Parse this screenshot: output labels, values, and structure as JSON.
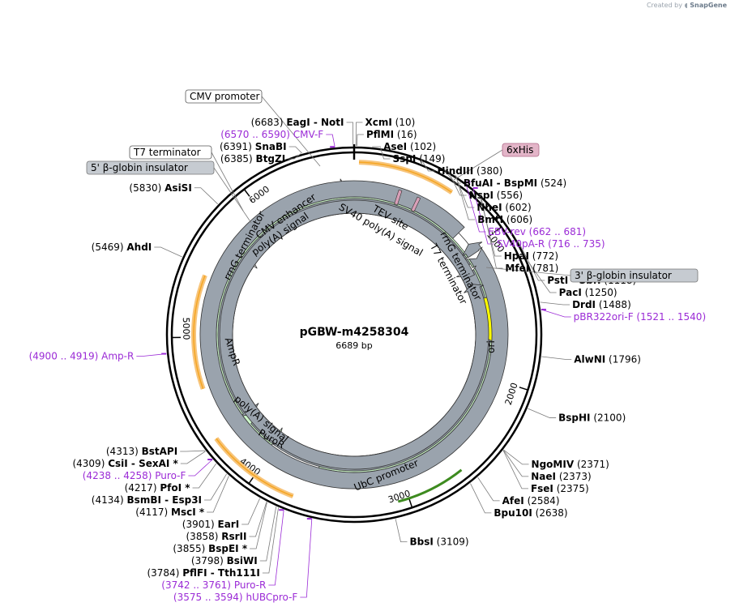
{
  "credit": {
    "prefix": "Created by",
    "brand": "SnapGene"
  },
  "plasmid": {
    "name": "pGBW-m4258304",
    "size_label": "6689 bp",
    "length": 6689
  },
  "ticks": [
    {
      "pos": 1000,
      "label": "1000"
    },
    {
      "pos": 2000,
      "label": "2000"
    },
    {
      "pos": 3000,
      "label": "3000"
    },
    {
      "pos": 4000,
      "label": "4000"
    },
    {
      "pos": 5000,
      "label": "5000"
    },
    {
      "pos": 6000,
      "label": "6000"
    }
  ],
  "sites": [
    {
      "name": "XcmI",
      "pos_label": "(10)",
      "pos": 10,
      "side": "right"
    },
    {
      "name": "PflMI",
      "pos_label": "(16)",
      "pos": 16,
      "side": "right"
    },
    {
      "name": "AseI",
      "pos_label": "(102)",
      "pos": 102,
      "side": "right"
    },
    {
      "name": "SspI",
      "pos_label": "(149)",
      "pos": 149,
      "side": "right"
    },
    {
      "name": "HindIII",
      "pos_label": "(380)",
      "pos": 380,
      "side": "right"
    },
    {
      "name": "BfuAI - BspMI",
      "pos_label": "(524)",
      "pos": 524,
      "side": "right"
    },
    {
      "name": "NspI",
      "pos_label": "(556)",
      "pos": 556,
      "side": "right"
    },
    {
      "name": "NheI",
      "pos_label": "(602)",
      "pos": 602,
      "side": "right"
    },
    {
      "name": "BmtI",
      "pos_label": "(606)",
      "pos": 606,
      "side": "right"
    },
    {
      "name": "HpaI",
      "pos_label": "(772)",
      "pos": 772,
      "side": "right"
    },
    {
      "name": "MfeI",
      "pos_label": "(781)",
      "pos": 781,
      "side": "right"
    },
    {
      "name": "PstI - SbfI",
      "pos_label": "(1118)",
      "pos": 1118,
      "side": "right"
    },
    {
      "name": "PacI",
      "pos_label": "(1250)",
      "pos": 1250,
      "side": "right"
    },
    {
      "name": "DrdI",
      "pos_label": "(1488)",
      "pos": 1488,
      "side": "right"
    },
    {
      "name": "AlwNI",
      "pos_label": "(1796)",
      "pos": 1796,
      "side": "right"
    },
    {
      "name": "BspHI",
      "pos_label": "(2100)",
      "pos": 2100,
      "side": "right"
    },
    {
      "name": "NgoMIV",
      "pos_label": "(2371)",
      "pos": 2371,
      "side": "right"
    },
    {
      "name": "NaeI",
      "pos_label": "(2373)",
      "pos": 2373,
      "side": "right"
    },
    {
      "name": "FseI",
      "pos_label": "(2375)",
      "pos": 2375,
      "side": "right"
    },
    {
      "name": "AfeI",
      "pos_label": "(2584)",
      "pos": 2584,
      "side": "right"
    },
    {
      "name": "Bpu10I",
      "pos_label": "(2638)",
      "pos": 2638,
      "side": "right"
    },
    {
      "name": "BbsI",
      "pos_label": "(3109)",
      "pos": 3109,
      "side": "right"
    },
    {
      "name": "PflFI - Tth111I",
      "pos_label": "(3784)",
      "pos": 3784,
      "side": "left"
    },
    {
      "name": "BsiWI",
      "pos_label": "(3798)",
      "pos": 3798,
      "side": "left"
    },
    {
      "name": "BspEI *",
      "pos_label": "(3855)",
      "pos": 3855,
      "side": "left"
    },
    {
      "name": "RsrII",
      "pos_label": "(3858)",
      "pos": 3858,
      "side": "left"
    },
    {
      "name": "EarI",
      "pos_label": "(3901)",
      "pos": 3901,
      "side": "left"
    },
    {
      "name": "MscI *",
      "pos_label": "(4117)",
      "pos": 4117,
      "side": "left"
    },
    {
      "name": "BsmBI - Esp3I",
      "pos_label": "(4134)",
      "pos": 4134,
      "side": "left"
    },
    {
      "name": "PfoI *",
      "pos_label": "(4217)",
      "pos": 4217,
      "side": "left"
    },
    {
      "name": "CsiI - SexAI *",
      "pos_label": "(4309)",
      "pos": 4309,
      "side": "left"
    },
    {
      "name": "BstAPI",
      "pos_label": "(4313)",
      "pos": 4313,
      "side": "left"
    },
    {
      "name": "AhdI",
      "pos_label": "(5469)",
      "pos": 5469,
      "side": "left"
    },
    {
      "name": "AsiSI",
      "pos_label": "(5830)",
      "pos": 5830,
      "side": "left"
    },
    {
      "name": "BtgZI",
      "pos_label": "(6385)",
      "pos": 6385,
      "side": "left"
    },
    {
      "name": "SnaBI",
      "pos_label": "(6391)",
      "pos": 6391,
      "side": "left"
    },
    {
      "name": "EagI - NotI",
      "pos_label": "(6683)",
      "pos": 6683,
      "side": "left"
    }
  ],
  "primers": [
    {
      "name": "CMV-F",
      "range_label": "(6570 .. 6590)",
      "pos": 6580,
      "side": "left"
    },
    {
      "name": "EBV-rev",
      "range_label": "(662 .. 681)",
      "pos": 671,
      "side": "right"
    },
    {
      "name": "SV40pA-R",
      "range_label": "(716 .. 735)",
      "pos": 725,
      "side": "right"
    },
    {
      "name": "pBR322ori-F",
      "range_label": "(1521 .. 1540)",
      "pos": 1530,
      "side": "right"
    },
    {
      "name": "Amp-R",
      "range_label": "(4900 .. 4919)",
      "pos": 4909,
      "side": "left"
    },
    {
      "name": "Puro-F",
      "range_label": "(4238 .. 4258)",
      "pos": 4248,
      "side": "left"
    },
    {
      "name": "Puro-R",
      "range_label": "(3742 .. 3761)",
      "pos": 3751,
      "side": "left"
    },
    {
      "name": "hUBCpro-F",
      "range_label": "(3575 .. 3594)",
      "pos": 3585,
      "side": "left"
    }
  ],
  "boxed_labels": [
    {
      "name": "CMV promoter",
      "style": "white"
    },
    {
      "name": "T7 terminator",
      "style": "white"
    },
    {
      "name": "5' β-globin insulator",
      "style": "gray"
    },
    {
      "name": "6xHis",
      "style": "pink"
    },
    {
      "name": "3' β-globin insulator",
      "style": "gray"
    }
  ],
  "features": [
    {
      "name": "CMV enhancer"
    },
    {
      "name": "poly(A) signal"
    },
    {
      "name": "rrnG terminator"
    },
    {
      "name": "AmpR"
    },
    {
      "name": "TEV site"
    },
    {
      "name": "SV40 poly(A) signal"
    },
    {
      "name": "rrnG terminator"
    },
    {
      "name": "T7 terminator"
    },
    {
      "name": "ori"
    },
    {
      "name": "UbC promoter"
    },
    {
      "name": "PuroR"
    },
    {
      "name": "poly(A) signal"
    }
  ],
  "colors": {
    "backbone": "#000000",
    "orf": "#f5a623",
    "ampr": "#ccf5c9",
    "puror": "#ccf5c9",
    "ori": "#ffff00",
    "terminator": "#9aa3ad",
    "promoter": "#ffffff",
    "primer": "#9b2bd6",
    "insert": "#8b2bb0",
    "ubc_arc": "#3d8b1f",
    "his_tag": "#d9a0b8"
  }
}
